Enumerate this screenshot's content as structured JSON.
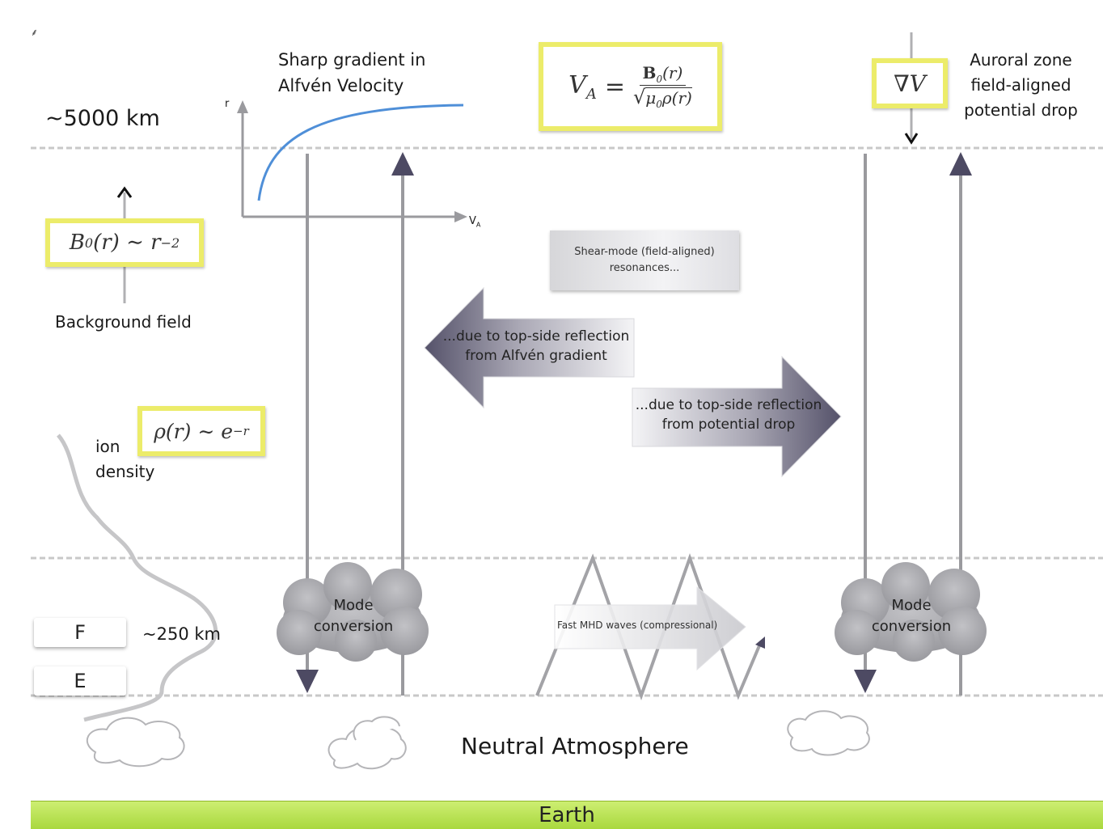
{
  "labels": {
    "top_altitude": "~5000 km",
    "sharp_gradient_line1": "Sharp gradient in",
    "sharp_gradient_line2": "Alfvén Velocity",
    "r_axis": "r",
    "va_axis": "V",
    "va_axis_sub": "A",
    "auroral_line1": "Auroral zone",
    "auroral_line2": "field-aligned",
    "auroral_line3": "potential drop",
    "background_field": "Background field",
    "ion_line1": "ion",
    "ion_line2": "density",
    "layer_f": "F",
    "layer_e": "E",
    "low_altitude": "~250 km",
    "neutral": "Neutral Atmosphere",
    "earth": "Earth"
  },
  "formulas": {
    "alfven_lhs": "V",
    "alfven_lhs_sub": "A",
    "alfven_num": "B",
    "alfven_num_sub": "0",
    "alfven_num_arg": "(r)",
    "alfven_den": "μ",
    "alfven_den_sub": "0",
    "alfven_den_arg": "ρ(r)",
    "grad_v": "∇V",
    "b_field": "B",
    "b_field_sub": "0",
    "b_field_rest": "(r) ∼ r",
    "b_field_exp": "−2",
    "density": "ρ(r) ∼ e",
    "density_exp": "−r"
  },
  "boxes": {
    "shear_line1": "Shear-mode (field-aligned)",
    "shear_line2": "resonances...",
    "reflect_left_line1": "...due to top-side reflection",
    "reflect_left_line2": "from Alfvén gradient",
    "reflect_right_line1": "...due to top-side reflection",
    "reflect_right_line2": "from potential drop",
    "fast_mhd": "Fast MHD waves (compressional)",
    "mode_conversion_line1": "Mode",
    "mode_conversion_line2": "conversion"
  },
  "colors": {
    "highlight_box": "#ecec6a",
    "earth": "#b6df4f",
    "curve": "#4f8fd8",
    "field_line": "#9a9a9e",
    "arrow_head": "#4d4a63",
    "dashed": "#c8c8c8",
    "cloud_gray": "#a7a7ac"
  }
}
